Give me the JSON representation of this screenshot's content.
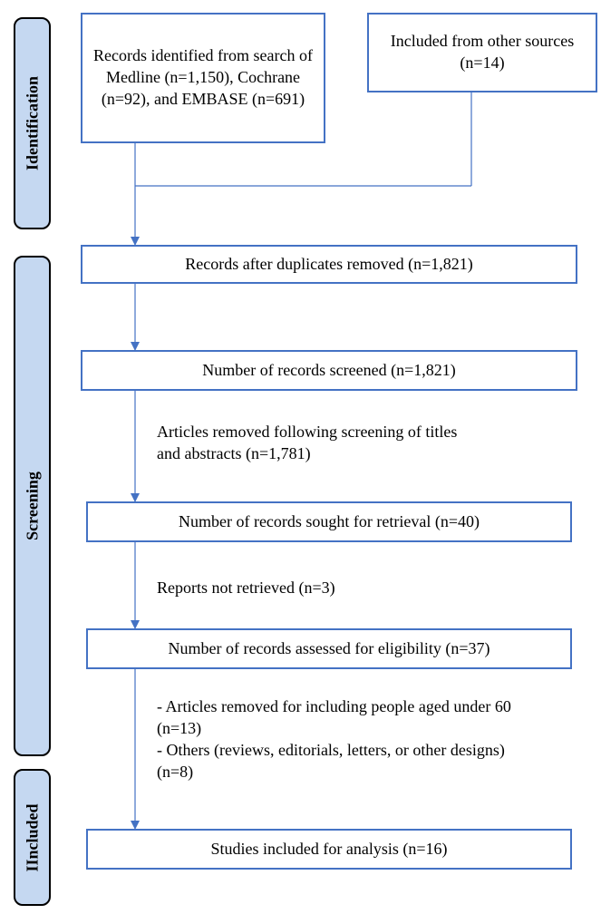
{
  "phases": [
    {
      "label": "Identification"
    },
    {
      "label": "Screening"
    },
    {
      "label": "IIncluded"
    }
  ],
  "boxes": {
    "records_identified": "Records identified from search of Medline (n=1,150), Cochrane (n=92), and  EMBASE (n=691)",
    "other_sources": "Included from other sources (n=14)",
    "after_duplicates": "Records after duplicates removed  (n=1,821)",
    "screened": "Number of records screened (n=1,821)",
    "sought_retrieval": "Number of records sought for retrieval (n=40)",
    "assessed_eligibility": "Number of records assessed for eligibility (n=37)",
    "included": "Studies included for analysis (n=16)"
  },
  "notes": {
    "removed_screening": "Articles removed following screening of titles\nand abstracts (n=1,781)",
    "not_retrieved": "Reports not retrieved (n=3)",
    "removed_eligibility": "- Articles removed for including people aged under 60\n(n=13)\n- Others (reviews, editorials, letters, or other designs)\n(n=8)"
  },
  "colors": {
    "box_border": "#4472c4",
    "phase_fill": "#c5d8f1",
    "arrow": "#4472c4"
  }
}
